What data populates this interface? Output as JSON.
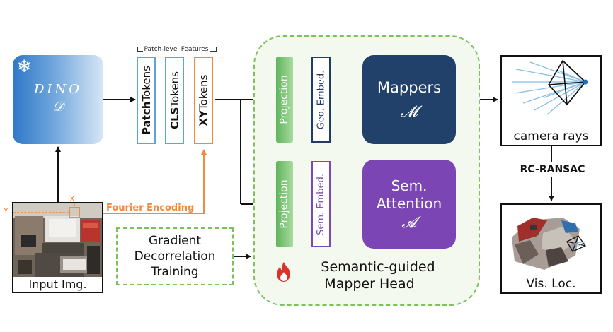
{
  "dino": {
    "name": "DINO",
    "symbol": "𝒟",
    "icon": "snowflake-icon"
  },
  "tokens": {
    "group_label": "Patch-level Features",
    "patch": {
      "bold": "Patch",
      "rest": " Tokens"
    },
    "cls": {
      "bold": "CLS",
      "rest": " Tokens"
    },
    "xy": {
      "bold": "XY",
      "rest": " Tokens"
    }
  },
  "head": {
    "projection_top": "Projection",
    "projection_bottom": "Projection",
    "geo_embed": "Geo. Embed.",
    "sem_embed": "Sem. Embed.",
    "mappers": {
      "title": "Mappers",
      "symbol": "𝓜"
    },
    "sem_attention": {
      "title_line1": "Sem.",
      "title_line2": "Attention",
      "symbol": "𝓐"
    },
    "label_line1": "Semantic-guided",
    "label_line2": "Mapper Head",
    "icon": "flame-icon"
  },
  "training": {
    "line1": "Gradient",
    "line2": "Decorrelation",
    "line3": "Training"
  },
  "input": {
    "label": "Input Img.",
    "axis_x": "X",
    "axis_y": "Y",
    "encoding": "Fourier Encoding"
  },
  "output": {
    "camera_label": "camera rays",
    "ransac_label": "RC-RANSAC",
    "vis_label": "Vis. Loc."
  },
  "colors": {
    "dino_blue": "#2f78c9",
    "token_blue": "#5ea4da",
    "xy_orange": "#ef8a3f",
    "projection_green": "#5fb45c",
    "geo_navy": "#1f3c66",
    "sem_purple": "#7b46b3",
    "region_dash_green": "#7cc25a",
    "flame_red": "#d9342b"
  }
}
